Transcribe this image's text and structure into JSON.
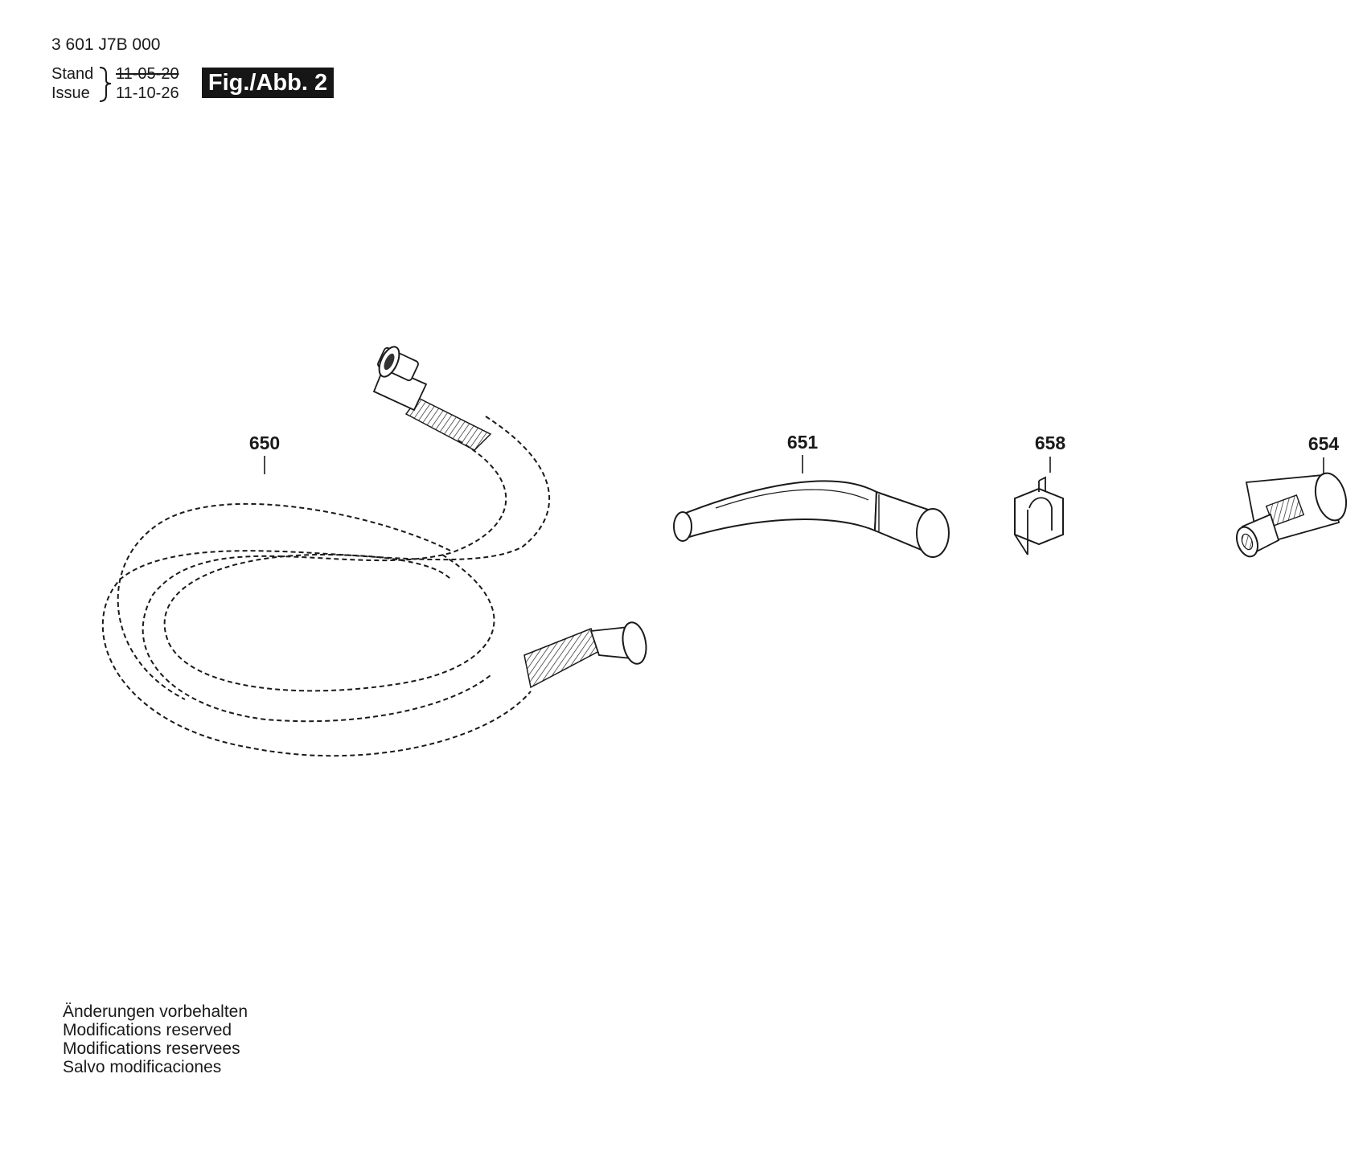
{
  "header": {
    "part_number": "3 601 J7B 000",
    "stand_label": "Stand",
    "issue_label": "Issue",
    "stand_date": "11-05-20",
    "issue_date": "11-10-26",
    "figure_label": "Fig./Abb. 2"
  },
  "parts": [
    {
      "id": "650",
      "icon": "hose-icon"
    },
    {
      "id": "651",
      "icon": "bent-tube-icon"
    },
    {
      "id": "658",
      "icon": "clip-icon"
    },
    {
      "id": "654",
      "icon": "adapter-icon"
    }
  ],
  "notes": [
    "Änderungen vorbehalten",
    "Modifications reserved",
    "Modifications reservees",
    "Salvo modificaciones"
  ]
}
